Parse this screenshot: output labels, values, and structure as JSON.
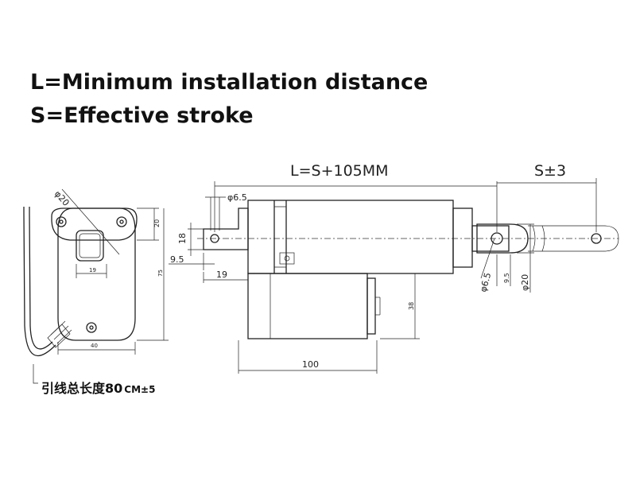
{
  "header": {
    "line1": "L=Minimum installation distance",
    "line2": "S=Effective stroke"
  },
  "labels": {
    "total_length": "L=S+105MM",
    "stroke_tol": "S±3",
    "lead_length": "引线总长度80",
    "lead_unit": "CM±5"
  },
  "side_view": {
    "phi20": "φ20",
    "d20": "20",
    "d19": "19",
    "d75": "75",
    "d40": "40"
  },
  "front_view": {
    "phi6_5": "φ6.5",
    "d18": "18",
    "d9_5": "9.5",
    "d19": "19",
    "d100": "100",
    "d38": "38",
    "rod_phi6_5": "φ6.5",
    "rod_9_5": "9.5",
    "rod_phi20": "φ20"
  }
}
